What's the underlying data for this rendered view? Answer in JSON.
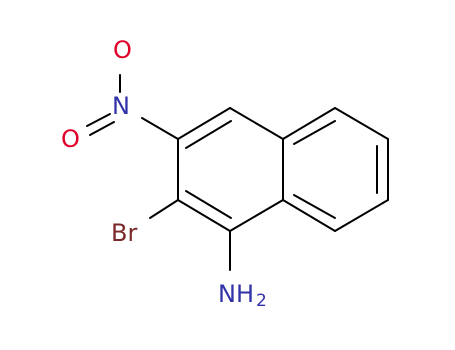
{
  "molecule": {
    "atoms": {
      "oxygen_top": {
        "symbol": "O",
        "color": "#e0002a"
      },
      "oxygen_left": {
        "symbol": "O",
        "color": "#e0002a"
      },
      "nitrogen_nitro": {
        "symbol": "N",
        "color": "#3232a8"
      },
      "bromine": {
        "symbol": "Br",
        "color": "#7a2a2a"
      },
      "amine": {
        "symbol": "NH",
        "subscript": "2",
        "color": "#3232a8"
      }
    },
    "bond_color": "#000000"
  }
}
